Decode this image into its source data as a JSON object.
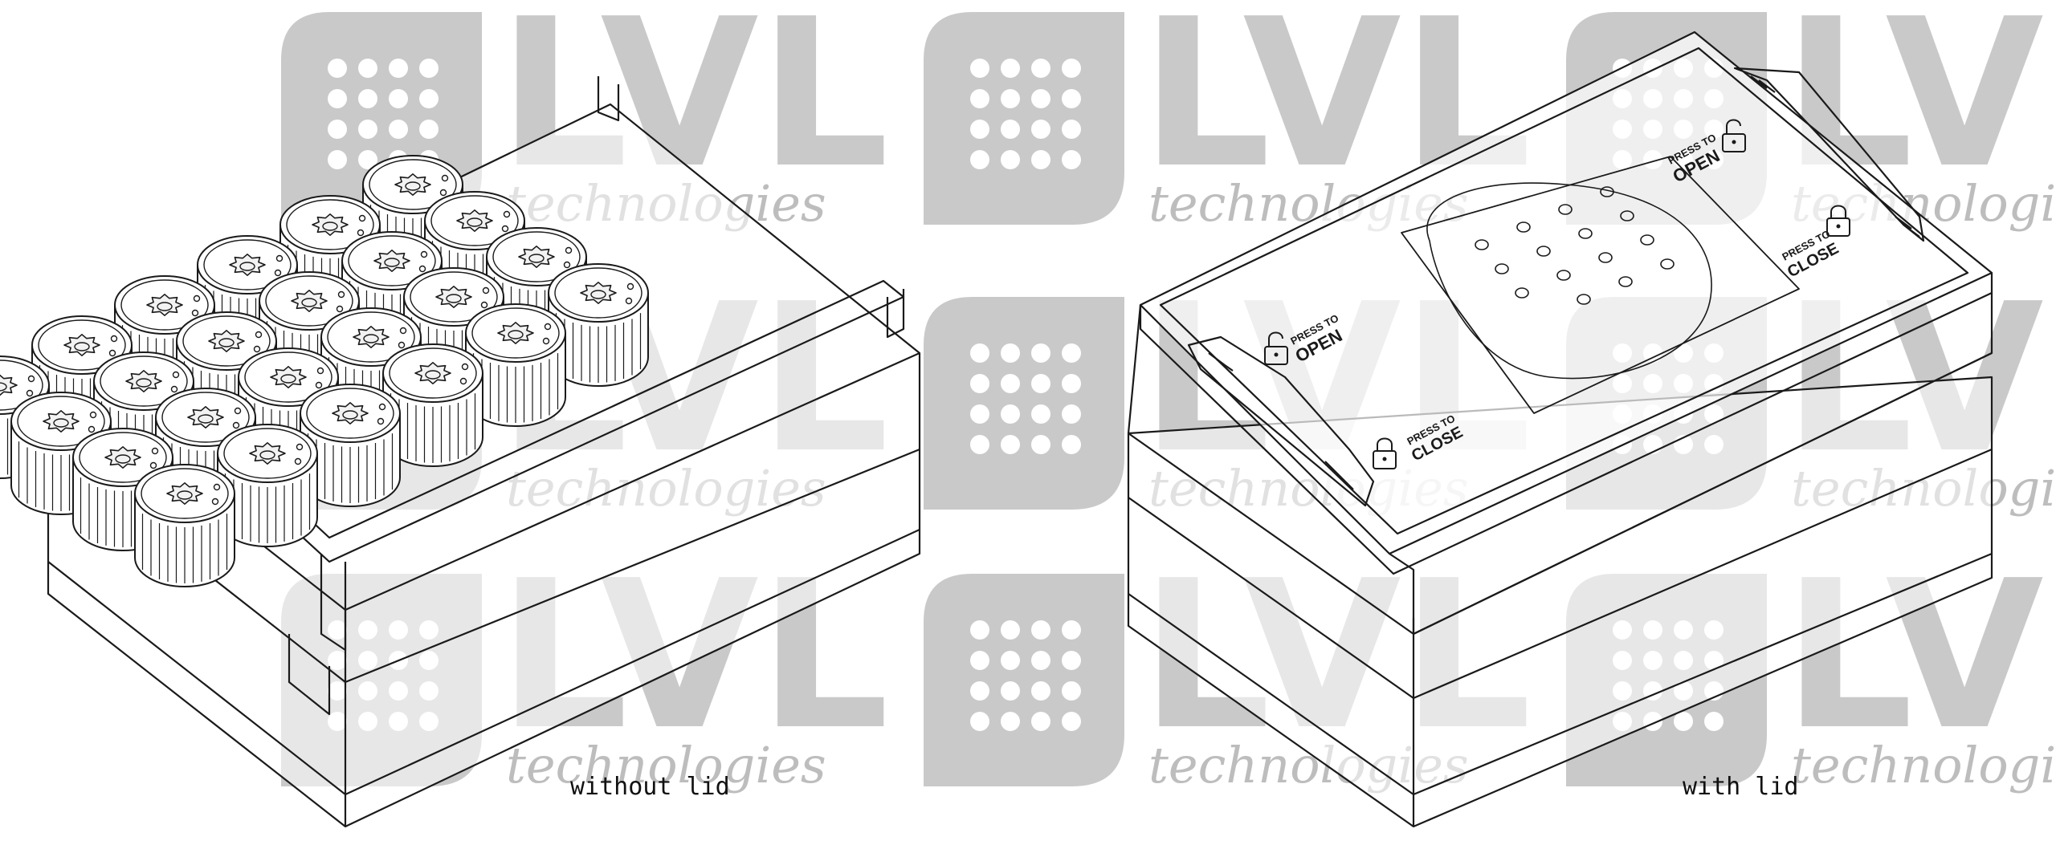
{
  "figure": {
    "captions": {
      "left": "without lid",
      "right": "with lid"
    },
    "lid_labels": {
      "press_to": "PRESS TO",
      "open": "OPEN",
      "close": "CLOSE"
    },
    "watermark": {
      "brand": "LVL",
      "subtitle": "technologies",
      "color": "#c9c9c9"
    },
    "tube_rack": {
      "rows": 4,
      "columns": 6,
      "tube_count": 24
    },
    "colors": {
      "line": "#1a1a1a",
      "fill": "#ffffff",
      "watermark": "#cccccc"
    }
  }
}
